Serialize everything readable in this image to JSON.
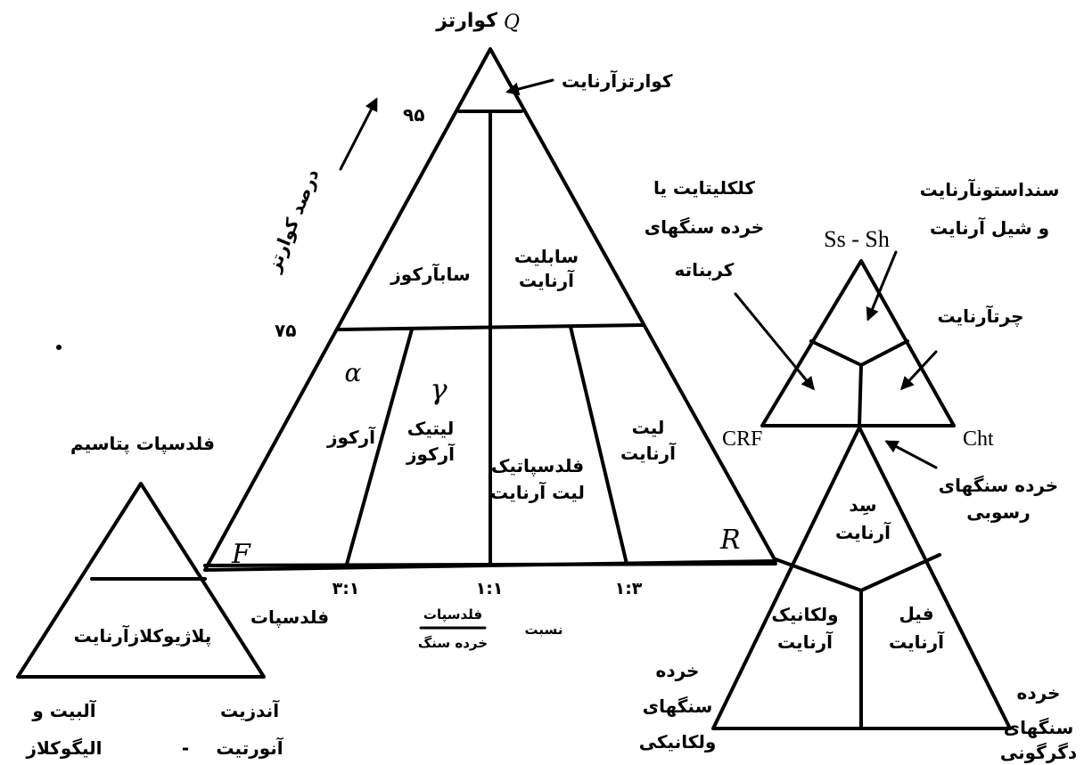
{
  "main_triangle": {
    "apex_label": "کوارتز",
    "apex_glyph": "Q",
    "quartz_arenite": "کوارتزآرنایت",
    "tick_95": "۹۵",
    "tick_75": "۷۵",
    "quartz_percent": "درصد کوارتز",
    "subarkose": "سابآرکوز",
    "sublitharenite_1": "سابلیت",
    "sublitharenite_2": "آرنایت",
    "arkose": "آرکوز",
    "lithic_arkose_1": "لیتیک",
    "lithic_arkose_2": "آرکوز",
    "feld_litharenite_1": "فلدسپاتیک",
    "feld_litharenite_2": "لیت آرنایت",
    "litharenite_1": "لیت",
    "litharenite_2": "آرنایت",
    "glyph_a": "α",
    "glyph_g": "γ",
    "glyph_f": "F",
    "glyph_r": "R",
    "ratio_31": "۳:۱",
    "ratio_11": "۱:۱",
    "ratio_13": "۱:۳",
    "ratio_label": "نسبت",
    "ratio_numerator": "فلدسپات",
    "ratio_denominator": "خرده سنگ",
    "calclithite_1": "کلکلیتایت  یا",
    "calclithite_2": "خرده سنگهای",
    "calclithite_3": "کربناته"
  },
  "feldspar_triangle": {
    "k_feldspar": "فلدسپات پتاسیم",
    "feldspar": "فلدسپات",
    "plag_arenite": "پلاژیوکلازآرنایت",
    "albite_1": "آلبیت و",
    "albite_2": "الیگوکلاز",
    "andesine_1": "آندزیت",
    "andesine_dash": "-",
    "andesine_2": "آنورتیت"
  },
  "sedimentary_triangle": {
    "ss_sh": "Ss - Sh",
    "cht": "Cht",
    "crf": "CRF",
    "sandstone_arenite_1": "سنداستونآرنایت",
    "sandstone_arenite_2": "و  شیل آرنایت",
    "chert_arenite": "چرتآرنایت"
  },
  "rock_fragment_triangle": {
    "sed_rock_frag_1": "خرده سنگهای",
    "sed_rock_frag_2": "رسوبی",
    "sed_arenite_1": "سِد",
    "sed_arenite_2": "آرنایت",
    "volc_arenite_1": "ولکانیک",
    "volc_arenite_2": "آرنایت",
    "phyll_arenite_1": "فیل",
    "phyll_arenite_2": "آرنایت",
    "volc_frag_1": "خرده",
    "volc_frag_2": "سنگهای",
    "volc_frag_3": "ولکانیکی",
    "meta_frag_1": "خرده",
    "meta_frag_2": "سنگهای",
    "meta_frag_3": "دگرگونی"
  }
}
